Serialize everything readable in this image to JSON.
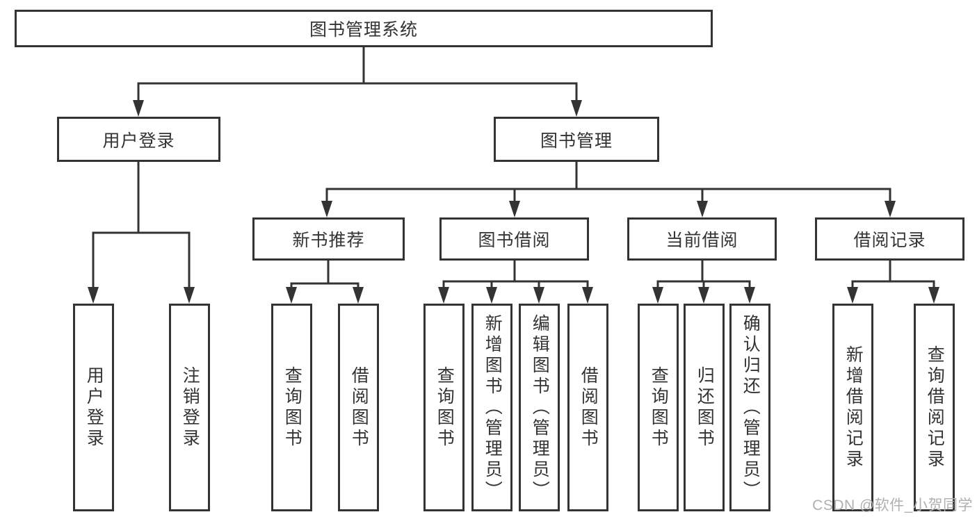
{
  "nodes": {
    "root": {
      "label": "图书管理系统"
    },
    "login": {
      "label": "用户登录"
    },
    "manage": {
      "label": "图书管理"
    },
    "recommend": {
      "label": "新书推荐"
    },
    "borrowing": {
      "label": "图书借阅"
    },
    "current": {
      "label": "当前借阅"
    },
    "records": {
      "label": "借阅记录"
    }
  },
  "leaves": {
    "login": [
      "用户登录",
      "注销登录"
    ],
    "recommend": [
      "查询图书",
      "借阅图书"
    ],
    "borrowing": [
      "查询图书",
      "新增图书（管理员）",
      "编辑图书（管理员）",
      "借阅图书"
    ],
    "current": [
      "查询图书",
      "归还图书",
      "确认归还（管理员）"
    ],
    "records": [
      "新增借阅记录",
      "查询借阅记录"
    ]
  },
  "watermark": "CSDN @软件_小贺同学",
  "colors": {
    "line": "#333333",
    "text": "#333333",
    "watermark": "#b0b0b0",
    "background": "#ffffff"
  }
}
